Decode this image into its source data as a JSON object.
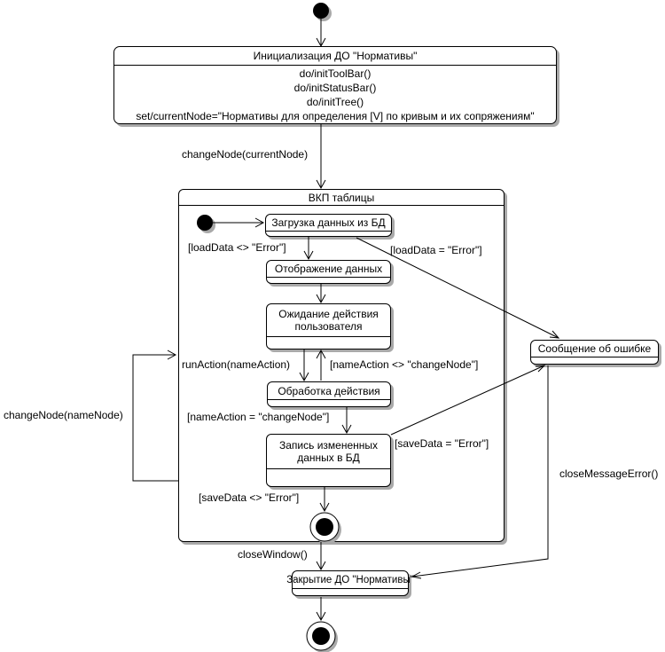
{
  "nodes": {
    "init": {
      "title": "Инициализация ДО \"Нормативы\"",
      "actions": [
        "do/initToolBar()",
        "do/initStatusBar()",
        "do/initTree()",
        "set/currentNode=\"Нормативы для определения [V] по кривым и их сопряжениям\""
      ]
    },
    "vkp": {
      "title": "ВКП таблицы"
    },
    "load": {
      "title": "Загрузка данных из БД"
    },
    "display": {
      "title": "Отображение данных"
    },
    "wait": {
      "title": "Ожидание действия пользователя"
    },
    "process": {
      "title": "Обработка действия"
    },
    "save": {
      "title": "Запись измененных данных в БД"
    },
    "error": {
      "title": "Сообщение об ошибке"
    },
    "close": {
      "title": "Закрытие ДО \"Нормативы\""
    }
  },
  "transitions": {
    "change_node_current": "changeNode(currentNode)",
    "load_ok": "[loadData <> \"Error\"]",
    "load_err": "[loadData = \"Error\"]",
    "run_action": "runAction(nameAction)",
    "name_action_neq": "[nameAction <> \"changeNode\"]",
    "name_action_eq": "[nameAction = \"changeNode\"]",
    "save_err": "[saveData = \"Error\"]",
    "save_ok": "[saveData <> \"Error\"]",
    "change_node_name": "changeNode(nameNode)",
    "close_window": "closeWindow()",
    "close_message_error": "closeMessageError()"
  },
  "colors": {
    "line": "#000000",
    "fill": "#ffffff",
    "shadow": "#a9a9a9"
  }
}
